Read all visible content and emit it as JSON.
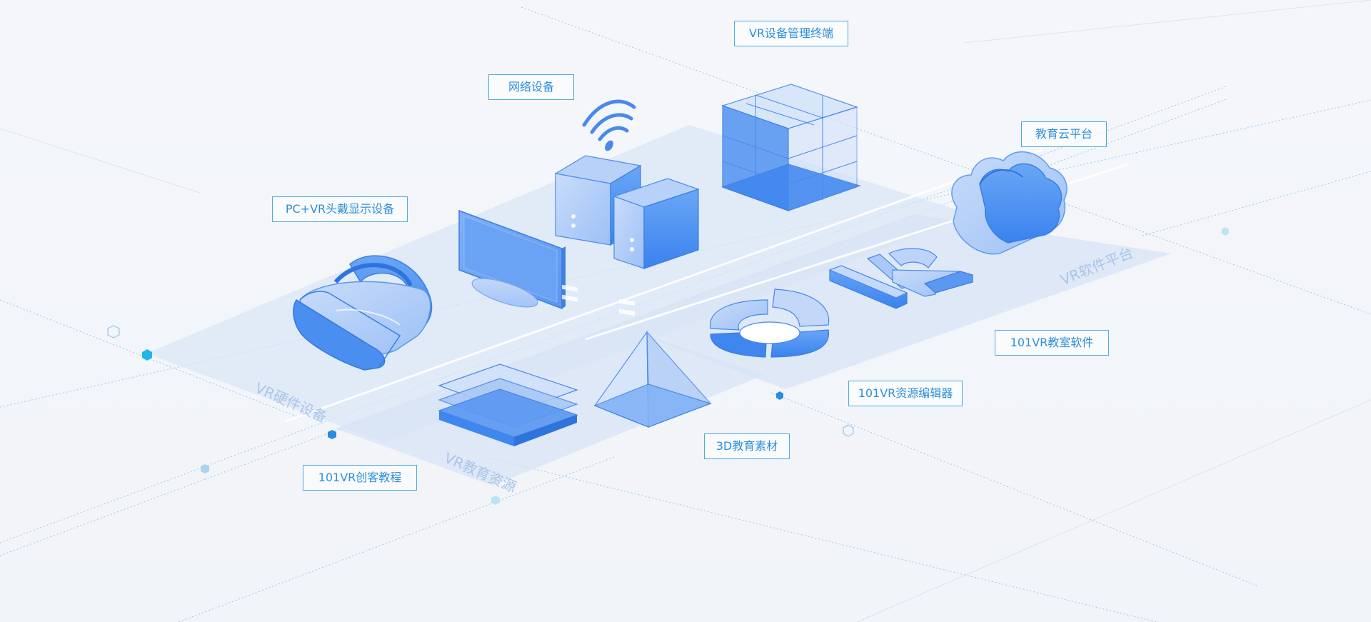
{
  "labels": {
    "vr_terminal": "VR设备管理终端",
    "network": "网络设备",
    "cloud_platform": "教育云平台",
    "pc_vr_headset": "PC+VR头戴显示设备",
    "classroom_software": "101VR教室软件",
    "resource_editor": "101VR资源编辑器",
    "edu_material_3d": "3D教育素材",
    "maker_course": "101VR创客教程"
  },
  "zones": {
    "hardware": "VR硬件设备",
    "resources": "VR教育资源",
    "software": "VR软件平台"
  },
  "colors": {
    "accent": "#4ea9e4",
    "text": "#2f8fd8",
    "object_fill": "#4a90f0",
    "object_light": "#a9c8f6",
    "plane": "#dbe6f6",
    "node_cyan": "#1fb8e8"
  },
  "icons": [
    "vr-headset-icon",
    "monitor-icon",
    "wifi-icon",
    "server-tower-icon",
    "cube-grid-icon",
    "cloud-icon",
    "ring-chart-icon",
    "vr-letters-icon",
    "stacked-layers-icon",
    "pyramid-icon"
  ]
}
